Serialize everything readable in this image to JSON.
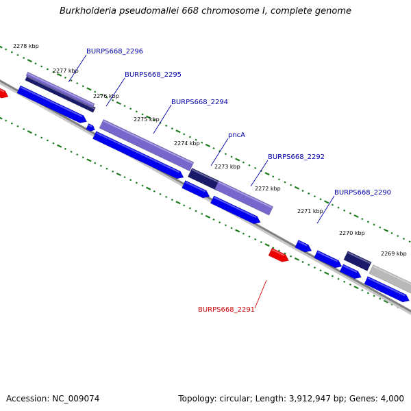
{
  "title": "Burkholderia pseudomallei 668 chromosome I, complete genome",
  "footer": {
    "accession": "Accession: NC_009074",
    "summary": "Topology: circular; Length: 3,912,947 bp; Genes: 4,000"
  },
  "colors": {
    "backbone": "#808080",
    "tick": "#1a7a1a",
    "cds_forward": "#0000ee",
    "cds_reverse": "#ee0000",
    "feature_light": "#7766cc",
    "feature_dark": "#1a1a6a",
    "feature_grey": "#b8b8b8",
    "label_forward": "#0000aa",
    "label_reverse": "#cc0000"
  },
  "kbp_labels": [
    "2278 kbp",
    "2277 kbp",
    "2276 kbp",
    "2275 kbp",
    "2274 kbp",
    "2273 kbp",
    "2272 kbp",
    "2271 kbp",
    "2270 kbp",
    "2269 kbp"
  ],
  "gene_labels": [
    {
      "text": "BURPS668_2296",
      "strand": "forward"
    },
    {
      "text": "BURPS668_2295",
      "strand": "forward"
    },
    {
      "text": "BURPS668_2294",
      "strand": "forward"
    },
    {
      "text": "pncA",
      "strand": "forward"
    },
    {
      "text": "BURPS668_2292",
      "strand": "forward"
    },
    {
      "text": "BURPS668_2290",
      "strand": "forward"
    },
    {
      "text": "BURPS668_2291",
      "strand": "reverse"
    }
  ]
}
